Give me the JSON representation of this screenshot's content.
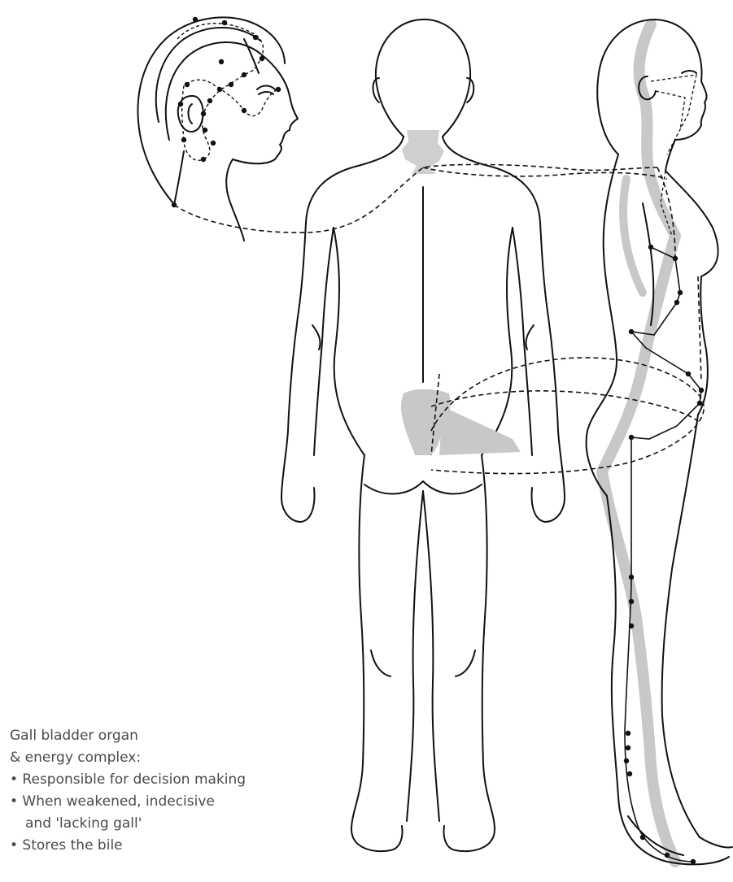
{
  "caption": {
    "line1": "Gall bladder organ",
    "line2": "& energy complex:",
    "bullet1": "• Responsible for decision making",
    "bullet2a": "• When weakened, indecisive",
    "bullet2b": "and 'lacking gall'",
    "bullet3": "• Stores the bile"
  },
  "colors": {
    "outline": "#111111",
    "meridian": "#111111",
    "highlight": "#c8c8c8",
    "text": "#4a4a4a"
  },
  "figures": [
    "head-profile",
    "body-back-view",
    "body-side-view"
  ]
}
